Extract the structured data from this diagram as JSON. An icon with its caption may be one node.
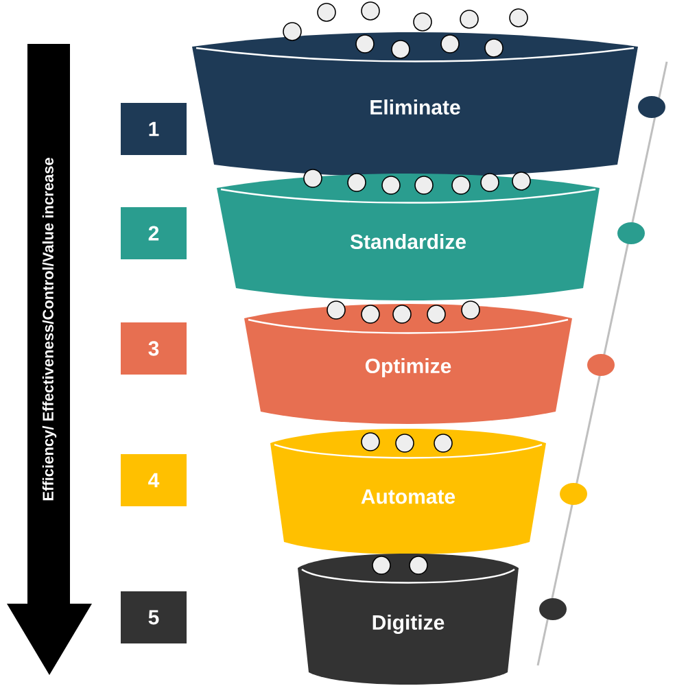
{
  "diagram": {
    "nodes": [
      {
        "text": [
          "Eliminate"
        ]
      },
      {
        "text": [
          "Standardize"
        ]
      },
      {
        "text": [
          "Optimize"
        ]
      },
      {
        "text": [
          "Automate"
        ]
      },
      {
        "text": [
          "Digitize"
        ]
      },
      {
        "text": [
          "1"
        ]
      },
      {
        "text": [
          "2"
        ]
      },
      {
        "text": [
          "3"
        ]
      },
      {
        "text": [
          "4"
        ]
      },
      {
        "text": [
          "5"
        ]
      }
    ],
    "edges": [],
    "labels": [
      "Efficiency/ Effectiveness/Control/Value increase"
    ]
  }
}
